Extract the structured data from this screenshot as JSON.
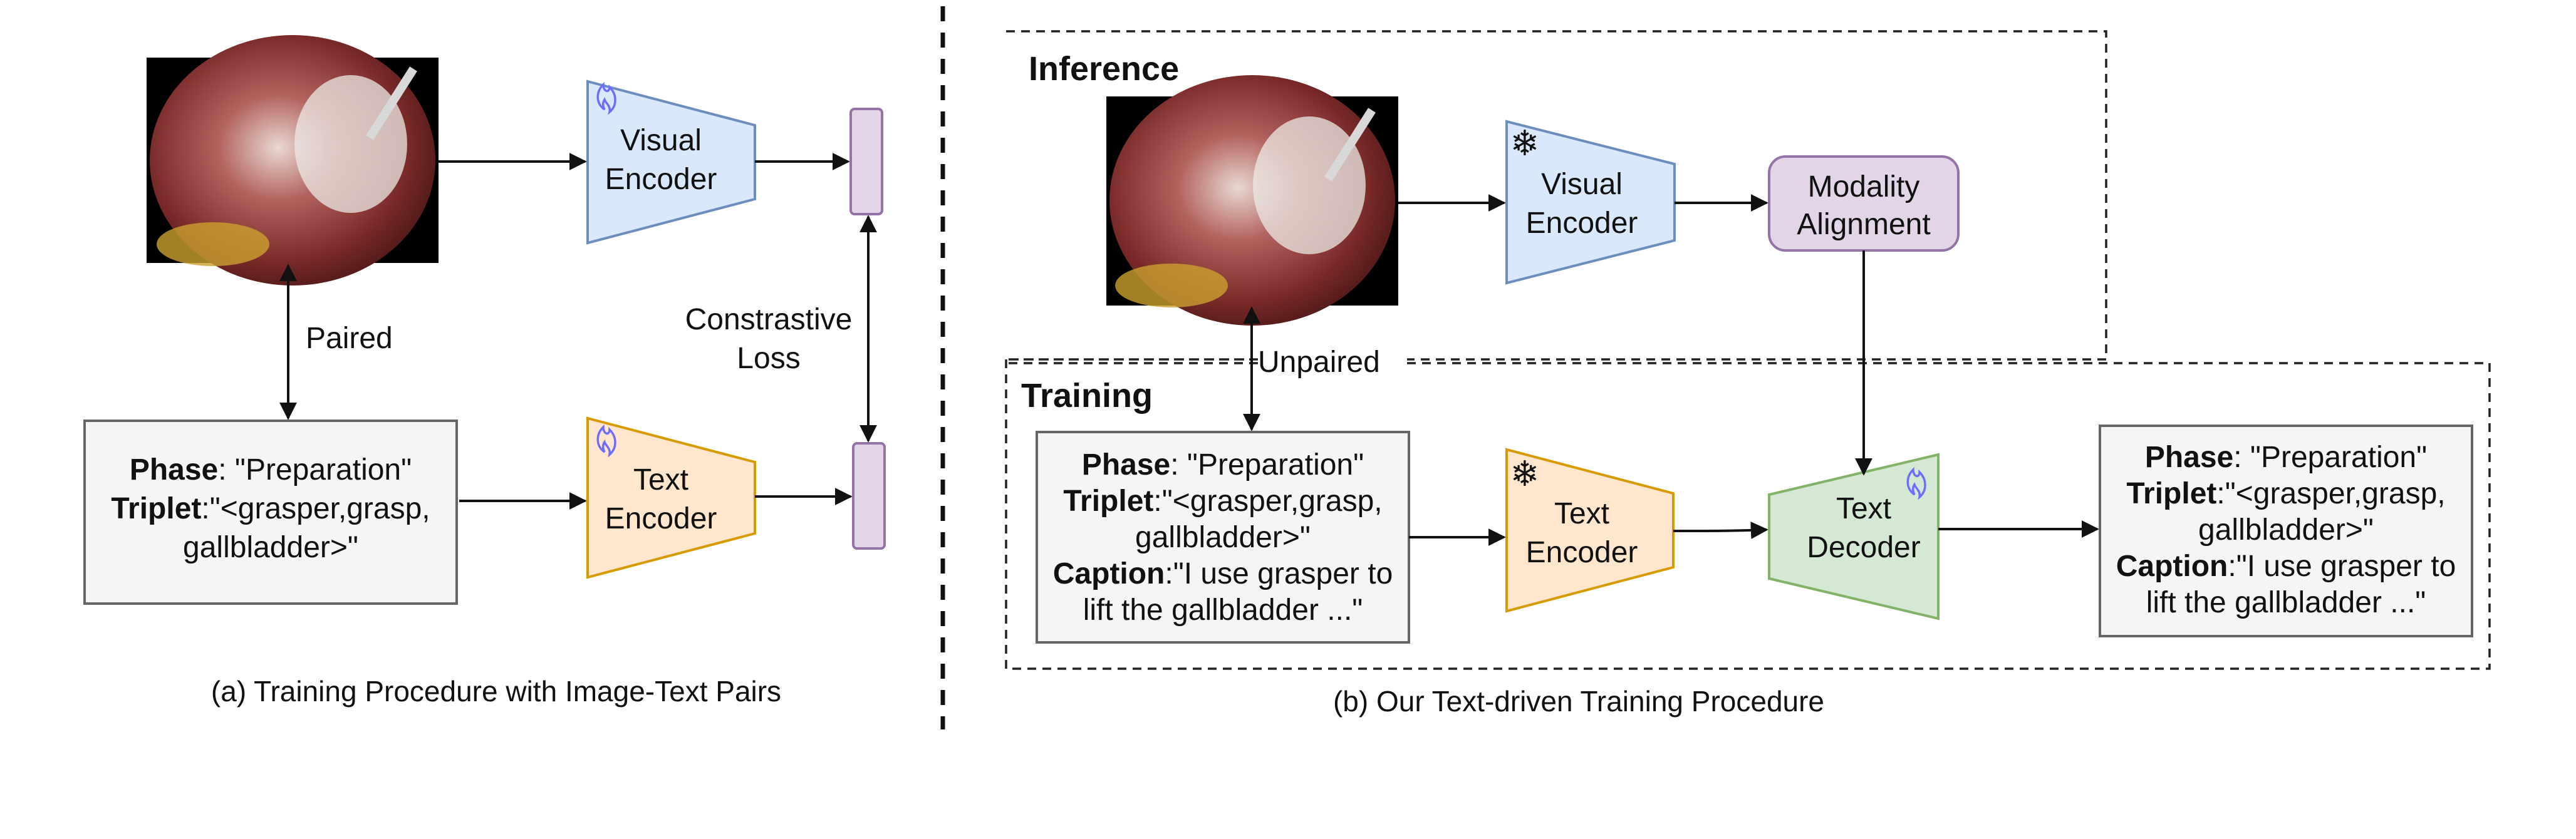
{
  "left": {
    "caption": "(a) Training Procedure with Image-Text Pairs",
    "visual_encoder": "Visual Encoder",
    "text_encoder": "Text Encoder",
    "paired_label": "Paired",
    "loss_label_line1": "Constrastive",
    "loss_label_line2": "Loss",
    "text_box": {
      "phase_key": "Phase",
      "phase_val": ": \"Preparation\"",
      "triplet_key": "Triplet",
      "triplet_val1": ":\"<grasper,grasp,",
      "triplet_val2": "gallbladder>\""
    }
  },
  "right": {
    "caption": "(b) Our Text-driven Training Procedure",
    "inference_title": "Inference",
    "training_title": "Training",
    "unpaired_label": "Unpaired",
    "visual_encoder": "Visual Encoder",
    "text_encoder": "Text Encoder",
    "modality_alignment": "Modality Alignment",
    "text_decoder": "Text Decoder",
    "input_box": {
      "phase_key": "Phase",
      "phase_val": ": \"Preparation\"",
      "triplet_key": "Triplet",
      "triplet_val1": ":\"<grasper,grasp,",
      "triplet_val2": "gallbladder>\"",
      "caption_key": "Caption",
      "caption_val1": ":\"I use grasper to",
      "caption_val2": "lift the gallbladder ...\""
    },
    "output_box": {
      "phase_key": "Phase",
      "phase_val": ": \"Preparation\"",
      "triplet_key": "Triplet",
      "triplet_val1": ":\"<grasper,grasp,",
      "triplet_val2": "gallbladder>\"",
      "caption_key": "Caption",
      "caption_val1": ":\"I use grasper to",
      "caption_val2": "lift the gallbladder ...\""
    }
  },
  "icons": {
    "trainable": "flame-icon",
    "frozen": "snowflake-icon"
  },
  "colors": {
    "visual_encoder_fill": "#dae8fc",
    "visual_encoder_stroke": "#6c8ebf",
    "text_encoder_fill": "#ffe6cc",
    "text_encoder_stroke": "#d79b00",
    "decoder_fill": "#d5e8d4",
    "decoder_stroke": "#82b366",
    "alignment_fill": "#e1d5e7",
    "alignment_stroke": "#9673a6",
    "text_box_fill": "#f5f5f5",
    "text_box_stroke": "#666666",
    "flame": "#6d6dff"
  }
}
